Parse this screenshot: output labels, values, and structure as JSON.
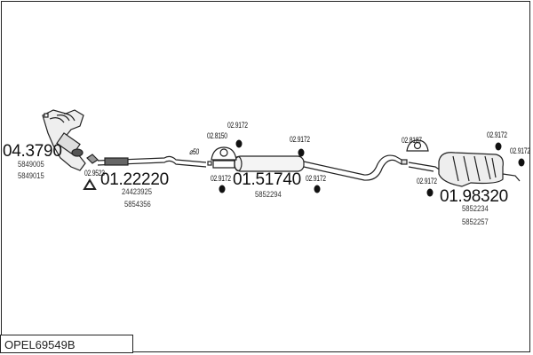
{
  "title": "OPEL69549B",
  "parts": [
    {
      "id": "04.3790",
      "oem": [
        "5849005",
        "5849015"
      ]
    },
    {
      "id": "01.22220",
      "oem": [
        "24423925",
        "5854356"
      ]
    },
    {
      "id": "01.51740",
      "oem": [
        "5852294"
      ]
    },
    {
      "id": "01.98320",
      "oem": [
        "5852234",
        "5852257"
      ]
    }
  ],
  "fittings": {
    "gasket_front": "02.9523",
    "diameter": "⌀50",
    "bracket_mid": "02.8150",
    "clamp_a": "02.9172",
    "clamp_b": "02.9172",
    "clamp_c": "02.9172",
    "clamp_d": "02.9172",
    "bracket_rear": "02.8187",
    "clamp_e": "02.9172",
    "clamp_f": "02.9172",
    "clamp_g": "02.9172"
  }
}
